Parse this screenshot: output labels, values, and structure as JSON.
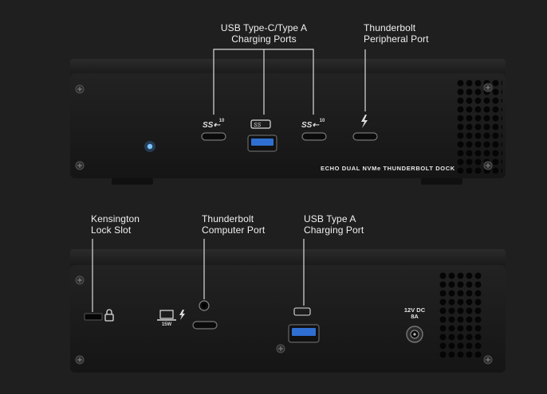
{
  "labels": {
    "top_usb": [
      "USB Type-C/Type A",
      "Charging Ports"
    ],
    "top_thunderbolt": [
      "Thunderbolt",
      "Peripheral Port"
    ],
    "bottom_kensington": [
      "Kensington",
      "Lock Slot"
    ],
    "bottom_thunderbolt": [
      "Thunderbolt",
      "Computer Port"
    ],
    "bottom_usb": [
      "USB Type A",
      "Charging Port"
    ]
  },
  "front_panel": {
    "brand": "ECHO DUAL NVMe THUNDERBOLT DOCK",
    "ss_label": "10"
  },
  "rear_panel": {
    "power_watts": "15W",
    "dc_label": [
      "12V DC",
      "8A"
    ]
  },
  "icons": {
    "usb_c_ss": "superspeed-usb-10-icon",
    "battery": "charging-battery-icon",
    "thunderbolt": "thunderbolt-bolt-icon",
    "lock": "lock-icon",
    "laptop": "laptop-icon",
    "dc_power": "dc-power-jack-icon"
  },
  "colors": {
    "background": "#1f1f1f",
    "chassis": "#1a1a1a",
    "led": "#4aa8ff",
    "usb_a_blue": "#2f6fd1"
  }
}
